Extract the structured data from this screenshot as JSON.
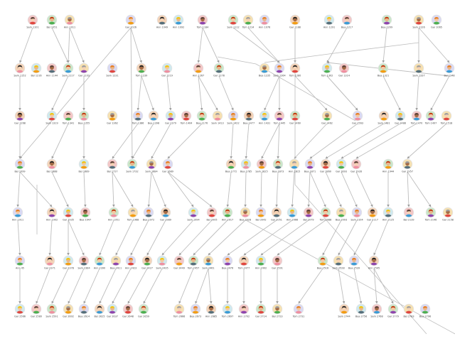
{
  "diagram": {
    "type": "family-tree",
    "colors": {
      "edge": "#bdbdbd",
      "arrow": "#9e9e9e",
      "avatar_ring": "#e3e3e3",
      "avatar_bg": [
        "#f3c6c6",
        "#c9e7c9",
        "#f6e0b0",
        "#d9d9f3",
        "#f4d3b8",
        "#cfe9ee"
      ],
      "shirt": [
        "#e0463f",
        "#3a9bd5",
        "#f39c12",
        "#4caf50",
        "#8e44ad",
        "#546e7a",
        "#ef8fa0"
      ],
      "hair": [
        "#5d4037",
        "#f1c40f",
        "#212121",
        "#e67e22",
        "#9e9e9e",
        "#bf360c"
      ],
      "skin": [
        "#f6d2b3",
        "#e8b68c",
        "#a56b45",
        "#f3c8a3"
      ]
    },
    "nodes": [
      {
        "id": 1,
        "label": "Sam 1101"
      },
      {
        "id": 2,
        "label": "Bel 1051"
      },
      {
        "id": 3,
        "label": "Ann 1011"
      },
      {
        "id": 4,
        "label": "Gar 1026"
      },
      {
        "id": 5,
        "label": "Ann 1049"
      },
      {
        "id": 6,
        "label": "Ann 1092"
      },
      {
        "id": 7,
        "label": "Tom 1184"
      },
      {
        "id": 8,
        "label": "Sam 1112"
      },
      {
        "id": 9,
        "label": "Tom 1214"
      },
      {
        "id": 10,
        "label": "Ann 1076"
      },
      {
        "id": 11,
        "label": "Gar 1188"
      },
      {
        "id": 12,
        "label": "Ann 1291"
      },
      {
        "id": 13,
        "label": "Bea 1217"
      },
      {
        "id": 14,
        "label": "Bea 1209"
      },
      {
        "id": 15,
        "label": "Sam 1126"
      },
      {
        "id": 16,
        "label": "Gar 1065"
      },
      {
        "id": 17,
        "label": "Sam 1152"
      },
      {
        "id": 18,
        "label": "Bel 1216"
      },
      {
        "id": 19,
        "label": "Ann 1144"
      },
      {
        "id": 20,
        "label": "Sam 1117"
      },
      {
        "id": 21,
        "label": "Gar 1103"
      },
      {
        "id": 22,
        "label": "Sam 1231"
      },
      {
        "id": 23,
        "label": "Tom 1239"
      },
      {
        "id": 24,
        "label": "Gar 1219"
      },
      {
        "id": 25,
        "label": "Ann 1267"
      },
      {
        "id": 26,
        "label": "Gar 1278"
      },
      {
        "id": 27,
        "label": "Bea 1235"
      },
      {
        "id": 28,
        "label": "Sam 1264"
      },
      {
        "id": 29,
        "label": "Tom 1280"
      },
      {
        "id": 30,
        "label": "Tom 1302"
      },
      {
        "id": 31,
        "label": "Gar 1314"
      },
      {
        "id": 32,
        "label": "Bea 1321"
      },
      {
        "id": 33,
        "label": "Sam 1337"
      },
      {
        "id": 34,
        "label": "Bel 1348"
      },
      {
        "id": 35,
        "label": "Gar 1268"
      },
      {
        "id": 36,
        "label": "Sam 1319"
      },
      {
        "id": 37,
        "label": "Tom 1341"
      },
      {
        "id": 38,
        "label": "Bea 1355"
      },
      {
        "id": 39,
        "label": "Gar 1362"
      },
      {
        "id": 40,
        "label": "Tom 1386"
      },
      {
        "id": 41,
        "label": "Bea 1398"
      },
      {
        "id": 42,
        "label": "Gar 1379"
      },
      {
        "id": 43,
        "label": "Tom 1404"
      },
      {
        "id": 44,
        "label": "Bea 1176"
      },
      {
        "id": 45,
        "label": "Sam 1413"
      },
      {
        "id": 46,
        "label": "Sam 1422"
      },
      {
        "id": 47,
        "label": "Bea 1477"
      },
      {
        "id": 48,
        "label": "Ann 1431"
      },
      {
        "id": 49,
        "label": "Tom 1445"
      },
      {
        "id": 50,
        "label": "Gar 1460"
      },
      {
        "id": 51,
        "label": "Gar 1462"
      },
      {
        "id": 52,
        "label": "Gar 1563"
      },
      {
        "id": 53,
        "label": "Sam 1481"
      },
      {
        "id": 54,
        "label": "Gar 1488"
      },
      {
        "id": 55,
        "label": "Tom 1470"
      },
      {
        "id": 56,
        "label": "Tom 1497"
      },
      {
        "id": 57,
        "label": "Tom 1518"
      },
      {
        "id": 58,
        "label": "Bel 1099"
      },
      {
        "id": 59,
        "label": "Bel 1888"
      },
      {
        "id": 60,
        "label": "Bel 1689"
      },
      {
        "id": 61,
        "label": "Bel 1727"
      },
      {
        "id": 62,
        "label": "Sam 1732"
      },
      {
        "id": 63,
        "label": "Sam 1684"
      },
      {
        "id": 64,
        "label": "Gar 1689"
      },
      {
        "id": 65,
        "label": "Bea 1772"
      },
      {
        "id": 66,
        "label": "Bea 1785"
      },
      {
        "id": 67,
        "label": "Sam 1825"
      },
      {
        "id": 68,
        "label": "Bea 1873"
      },
      {
        "id": 69,
        "label": "Ann 1815"
      },
      {
        "id": 70,
        "label": "Bea 1871"
      },
      {
        "id": 71,
        "label": "Gar 1860"
      },
      {
        "id": 72,
        "label": "Gar 1893"
      },
      {
        "id": 73,
        "label": "Gar 1928"
      },
      {
        "id": 74,
        "label": "Ann 1944"
      },
      {
        "id": 75,
        "label": "Gar 1957"
      },
      {
        "id": 76,
        "label": "Ann 1911"
      },
      {
        "id": 77,
        "label": "Ann 1902"
      },
      {
        "id": 78,
        "label": "Gar 1935"
      },
      {
        "id": 79,
        "label": "Bea 1947"
      },
      {
        "id": 80,
        "label": "Ann 1951"
      },
      {
        "id": 81,
        "label": "Tom 1968"
      },
      {
        "id": 82,
        "label": "Bea 1972"
      },
      {
        "id": 83,
        "label": "Gar 1989"
      },
      {
        "id": 84,
        "label": "Sam 1994"
      },
      {
        "id": 85,
        "label": "Bel 2005"
      },
      {
        "id": 86,
        "label": "Ann 2017"
      },
      {
        "id": 87,
        "label": "Bea 2028"
      },
      {
        "id": 88,
        "label": "Bel 2042"
      },
      {
        "id": 89,
        "label": "Gar 2051"
      },
      {
        "id": 90,
        "label": "Ann 2066"
      },
      {
        "id": 91,
        "label": "Bel 2079"
      },
      {
        "id": 92,
        "label": "Tom 2088"
      },
      {
        "id": 93,
        "label": "Bea 2093"
      },
      {
        "id": 94,
        "label": "Sam 2104"
      },
      {
        "id": 95,
        "label": "Gar 2117"
      },
      {
        "id": 96,
        "label": "Ann 2125"
      },
      {
        "id": 97,
        "label": "Bel 2139"
      },
      {
        "id": 98,
        "label": "Tom 2146"
      },
      {
        "id": 99,
        "label": "Gar 2158"
      },
      {
        "id": 100,
        "label": "Ann 45"
      },
      {
        "id": 101,
        "label": "Gar 2371"
      },
      {
        "id": 102,
        "label": "Gar 2378"
      },
      {
        "id": 103,
        "label": "Sam 2384"
      },
      {
        "id": 104,
        "label": "Ann 2390"
      },
      {
        "id": 105,
        "label": "Bea 2411"
      },
      {
        "id": 106,
        "label": "Ann 2423"
      },
      {
        "id": 107,
        "label": "Gar 2427"
      },
      {
        "id": 108,
        "label": "Sam 2435"
      },
      {
        "id": 109,
        "label": "Gar 2449"
      },
      {
        "id": 110,
        "label": "Tom 2457"
      },
      {
        "id": 111,
        "label": "Sam 2461"
      },
      {
        "id": 112,
        "label": "Bea 2476"
      },
      {
        "id": 113,
        "label": "Tom 2477"
      },
      {
        "id": 114,
        "label": "Ann 2492"
      },
      {
        "id": 115,
        "label": "Gar 2501"
      },
      {
        "id": 116,
        "label": "Bea 2516"
      },
      {
        "id": 117,
        "label": "Sam 2528"
      },
      {
        "id": 118,
        "label": "Bea 2539"
      },
      {
        "id": 119,
        "label": "Ann 2545"
      },
      {
        "id": 120,
        "label": "Gar 2566"
      },
      {
        "id": 121,
        "label": "Gar 2580"
      },
      {
        "id": 122,
        "label": "Sam 2591"
      },
      {
        "id": 123,
        "label": "Gar 2602"
      },
      {
        "id": 124,
        "label": "Bea 2614"
      },
      {
        "id": 125,
        "label": "Bel 2625"
      },
      {
        "id": 126,
        "label": "Gar 2637"
      },
      {
        "id": 127,
        "label": "Gar 2648"
      },
      {
        "id": 128,
        "label": "Gar 2659"
      },
      {
        "id": 129,
        "label": "Tom 2666"
      },
      {
        "id": 130,
        "label": "Bea 2673"
      },
      {
        "id": 131,
        "label": "Ann 2685"
      },
      {
        "id": 132,
        "label": "Tom 2697"
      },
      {
        "id": 133,
        "label": "Ann 2702"
      },
      {
        "id": 134,
        "label": "Gar 2714"
      },
      {
        "id": 135,
        "label": "Bel 2723"
      },
      {
        "id": 136,
        "label": "Tom 2731"
      },
      {
        "id": 137,
        "label": "Sam 2744"
      },
      {
        "id": 138,
        "label": "Bea 2756"
      },
      {
        "id": 139,
        "label": "Sam 2768"
      },
      {
        "id": 140,
        "label": "Gar 2779"
      },
      {
        "id": 141,
        "label": "Bel 2783"
      },
      {
        "id": 142,
        "label": "Bea 2796"
      }
    ],
    "edges": [
      [
        1,
        17
      ],
      [
        2,
        20
      ],
      [
        3,
        20
      ],
      [
        3,
        21
      ],
      [
        4,
        23
      ],
      [
        4,
        58
      ],
      [
        4,
        62
      ],
      [
        7,
        25
      ],
      [
        7,
        26
      ],
      [
        8,
        28
      ],
      [
        9,
        28
      ],
      [
        11,
        29
      ],
      [
        13,
        30
      ],
      [
        14,
        32
      ],
      [
        15,
        33
      ],
      [
        15,
        34
      ],
      [
        17,
        35
      ],
      [
        20,
        36
      ],
      [
        21,
        38
      ],
      [
        23,
        40
      ],
      [
        23,
        41
      ],
      [
        24,
        42
      ],
      [
        25,
        44
      ],
      [
        25,
        45
      ],
      [
        26,
        46
      ],
      [
        28,
        48
      ],
      [
        28,
        49
      ],
      [
        29,
        51
      ],
      [
        30,
        52
      ],
      [
        32,
        54
      ],
      [
        33,
        55
      ],
      [
        34,
        56
      ],
      [
        34,
        30
      ],
      [
        30,
        52
      ],
      [
        35,
        58
      ],
      [
        37,
        59
      ],
      [
        38,
        60
      ],
      [
        40,
        61
      ],
      [
        41,
        62
      ],
      [
        42,
        63
      ],
      [
        44,
        64
      ],
      [
        46,
        65
      ],
      [
        47,
        66
      ],
      [
        49,
        67
      ],
      [
        49,
        68
      ],
      [
        51,
        69
      ],
      [
        52,
        70
      ],
      [
        53,
        71
      ],
      [
        54,
        72
      ],
      [
        55,
        73
      ],
      [
        57,
        75
      ],
      [
        58,
        76
      ],
      [
        58,
        77
      ],
      [
        59,
        78
      ],
      [
        60,
        79
      ],
      [
        61,
        80
      ],
      [
        61,
        81
      ],
      [
        63,
        82
      ],
      [
        63,
        83
      ],
      [
        64,
        84
      ],
      [
        64,
        85
      ],
      [
        65,
        86
      ],
      [
        66,
        87
      ],
      [
        67,
        88
      ],
      [
        68,
        89
      ],
      [
        69,
        90
      ],
      [
        70,
        91
      ],
      [
        70,
        92
      ],
      [
        71,
        93
      ],
      [
        72,
        94
      ],
      [
        73,
        95
      ],
      [
        74,
        96
      ],
      [
        75,
        97
      ],
      [
        75,
        98
      ],
      [
        76,
        100
      ],
      [
        77,
        101
      ],
      [
        78,
        102
      ],
      [
        78,
        103
      ],
      [
        80,
        104
      ],
      [
        81,
        105
      ],
      [
        82,
        106
      ],
      [
        83,
        107
      ],
      [
        84,
        108
      ],
      [
        85,
        109
      ],
      [
        86,
        110
      ],
      [
        87,
        111
      ],
      [
        89,
        112
      ],
      [
        90,
        113
      ],
      [
        91,
        114
      ],
      [
        92,
        115
      ],
      [
        93,
        116
      ],
      [
        94,
        117
      ],
      [
        95,
        118
      ],
      [
        96,
        119
      ],
      [
        100,
        120
      ],
      [
        101,
        121
      ],
      [
        102,
        122
      ],
      [
        103,
        123
      ],
      [
        104,
        124
      ],
      [
        105,
        125
      ],
      [
        106,
        126
      ],
      [
        107,
        127
      ],
      [
        108,
        128
      ],
      [
        110,
        129
      ],
      [
        111,
        130
      ],
      [
        111,
        131
      ],
      [
        112,
        132
      ],
      [
        113,
        133
      ],
      [
        114,
        134
      ],
      [
        115,
        135
      ],
      [
        116,
        136
      ],
      [
        117,
        137
      ],
      [
        118,
        138
      ],
      [
        119,
        139
      ],
      [
        119,
        140
      ]
    ]
  }
}
